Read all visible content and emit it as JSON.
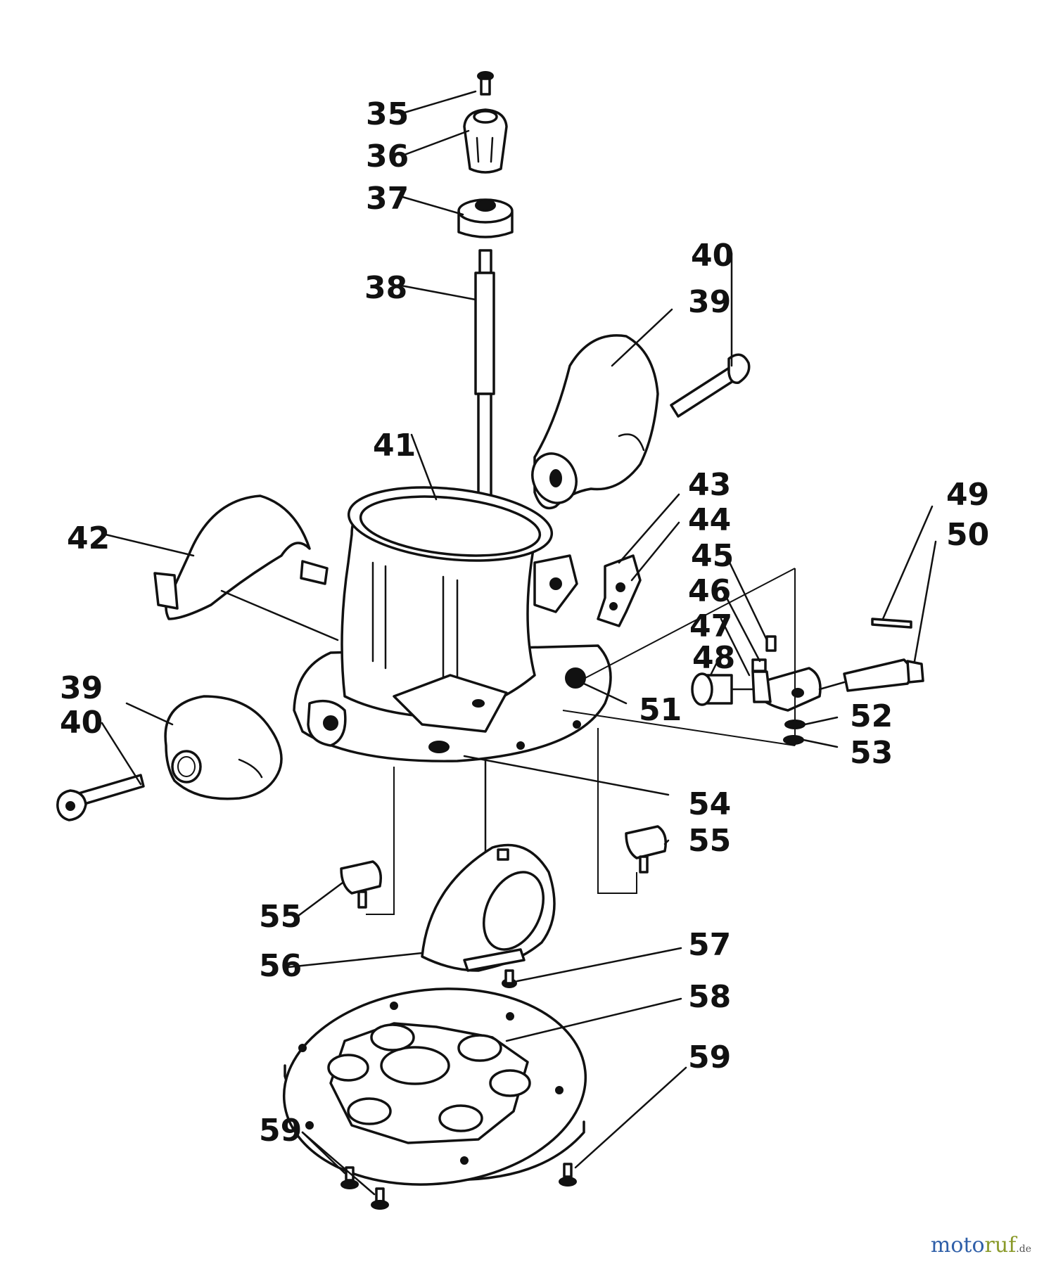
{
  "labels": {
    "l35": "35",
    "l36": "36",
    "l37": "37",
    "l38": "38",
    "l39a": "39",
    "l39b": "39",
    "l40a": "40",
    "l40b": "40",
    "l41": "41",
    "l42": "42",
    "l43": "43",
    "l44": "44",
    "l45": "45",
    "l46": "46",
    "l47": "47",
    "l48": "48",
    "l49": "49",
    "l50": "50",
    "l51": "51",
    "l52": "52",
    "l53": "53",
    "l54": "54",
    "l55a": "55",
    "l55b": "55",
    "l56": "56",
    "l57": "57",
    "l58": "58",
    "l59a": "59",
    "l59b": "59"
  },
  "watermark": {
    "part1": "moto",
    "part2": "ruf",
    "suffix": ".de"
  }
}
